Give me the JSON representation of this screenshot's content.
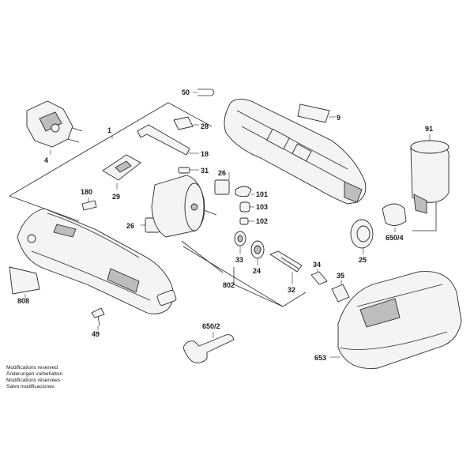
{
  "callouts": {
    "p1": "1",
    "p4": "4",
    "p9": "9",
    "p18": "18",
    "p24": "24",
    "p25": "25",
    "p26a": "26",
    "p26b": "26",
    "p28": "28",
    "p29": "29",
    "p31": "31",
    "p32": "32",
    "p33": "33",
    "p34": "34",
    "p35": "35",
    "p49": "49",
    "p50": "50",
    "p91": "91",
    "p101": "101",
    "p102": "102",
    "p103": "103",
    "p180": "180",
    "p650_2": "650/2",
    "p650_4": "650/4",
    "p653": "653",
    "p802": "802",
    "p808": "808"
  },
  "notes": [
    "Modifications reserved",
    "Änderungen vorbehalten",
    "Modifications réservées",
    "Salvo modificaciones"
  ]
}
